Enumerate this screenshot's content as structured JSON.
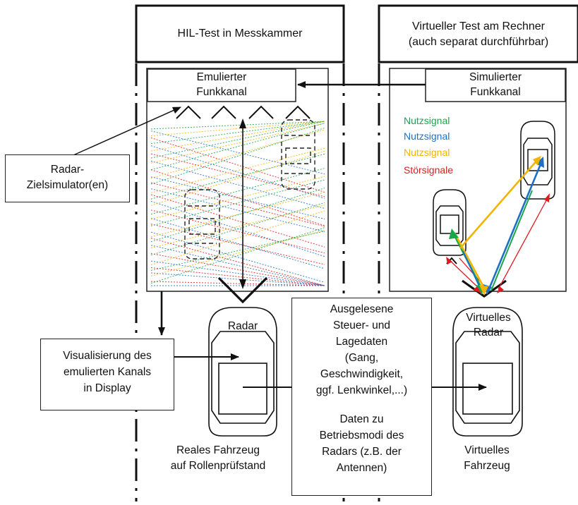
{
  "header": {
    "left_title": "HIL-Test in Messkammer",
    "right_title_line1": "Virtueller Test am Rechner",
    "right_title_line2": "(auch separat durchführbar)"
  },
  "channels": {
    "emulated_line1": "Emulierter",
    "emulated_line2": "Funkkanal",
    "simulated_line1": "Simulierter",
    "simulated_line2": "Funkkanal"
  },
  "signals": [
    {
      "label": "Nutzsignal",
      "color": "#1aa64b"
    },
    {
      "label": "Nutzsignal",
      "color": "#1f6fc6"
    },
    {
      "label": "Nutzsignal",
      "color": "#f2b400"
    },
    {
      "label": "Störsignale",
      "color": "#e0191e"
    }
  ],
  "target_simulator": {
    "line1": "Radar-",
    "line2": "Zielsimulator(en)"
  },
  "visualization": {
    "line1": "Visualisierung des",
    "line2": "emulierten Kanals",
    "line3": "in Display"
  },
  "radar": {
    "real": "Radar",
    "virtual_line1": "Virtuelles",
    "virtual_line2": "Radar"
  },
  "data_box": {
    "lines": [
      "Ausgelesene",
      "Steuer- und",
      "Lagedaten",
      "(Gang,",
      "Geschwindigkeit,",
      "ggf. Lenkwinkel,...)"
    ],
    "lines2": [
      "Daten zu",
      "Betriebsmodi des",
      "Radars (z.B. der",
      "Antennen)"
    ]
  },
  "vehicles": {
    "real_line1": "Reales Fahrzeug",
    "real_line2": "auf Rollenprüfstand",
    "virtual_line1": "Virtuelles",
    "virtual_line2": "Fahrzeug"
  }
}
